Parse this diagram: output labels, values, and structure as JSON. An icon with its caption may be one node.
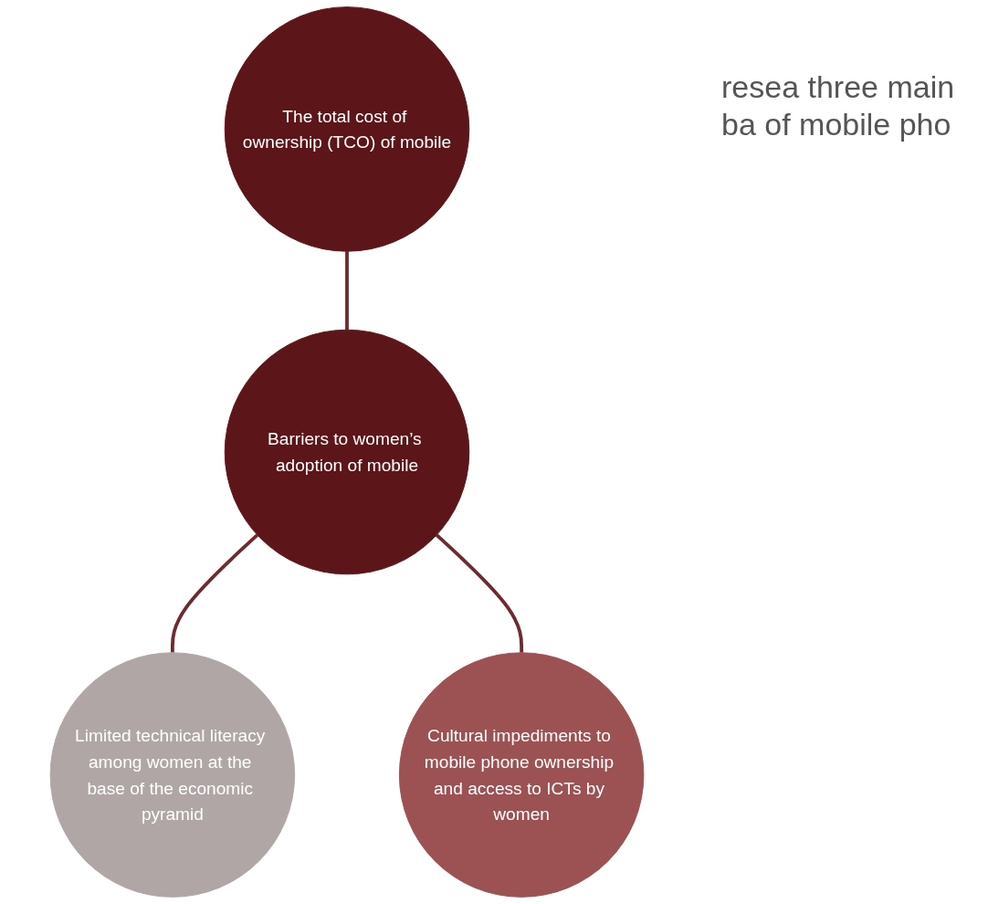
{
  "diagram": {
    "nodes": [
      {
        "text": [
          "The total cost of ownership (TCO) of mobile"
        ]
      },
      {
        "text": [
          "Barriers to women’s adoption of mobile"
        ]
      },
      {
        "text": [
          "Limited technical literacy among women at the base of the economic pyramid"
        ]
      },
      {
        "text": [
          "Cultural impediments to mobile phone ownership and access to ICTs by women"
        ]
      }
    ],
    "edges": [
      {
        "from": 0,
        "to": 1,
        "arrow": "none"
      },
      {
        "from": 1,
        "to": 2,
        "arrow": "none"
      },
      {
        "from": 1,
        "to": 3,
        "arrow": "none"
      }
    ],
    "labels": [
      "resea three main ba of mobile pho"
    ]
  }
}
